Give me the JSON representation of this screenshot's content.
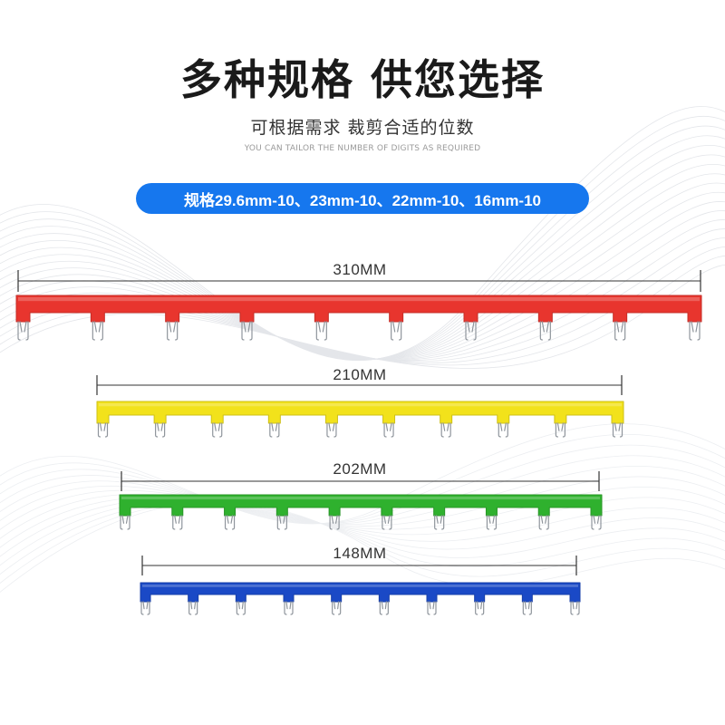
{
  "header": {
    "title": "多种规格  供您选择",
    "subtitle": "可根据需求 裁剪合适的位数",
    "subtitle_en": "YOU CAN TAILOR THE NUMBER OF DIGITS AS REQUIRED",
    "spec_badge": "规格29.6mm-10、23mm-10、22mm-10、16mm-10"
  },
  "bars": [
    {
      "length_label": "310MM",
      "color": "#e8352e",
      "pins": 10
    },
    {
      "length_label": "210MM",
      "color": "#f2e21b",
      "pins": 10
    },
    {
      "length_label": "202MM",
      "color": "#2fb12e",
      "pins": 10
    },
    {
      "length_label": "148MM",
      "color": "#1a49c6",
      "pins": 10
    }
  ]
}
